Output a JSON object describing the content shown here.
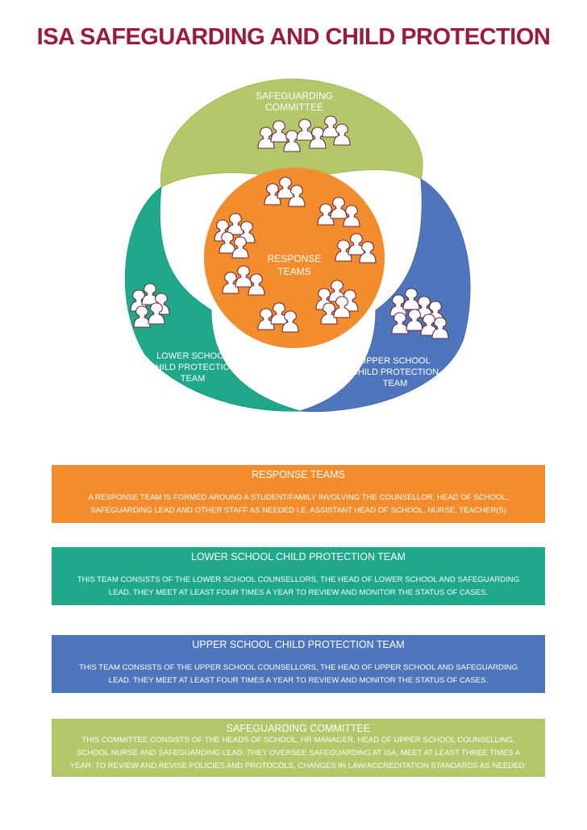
{
  "title": "ISA SAFEGUARDING AND CHILD PROTECTION",
  "colors": {
    "title": "#9b1b3c",
    "green": "#b3c86a",
    "teal": "#1fa98a",
    "blue": "#4f76bd",
    "orange": "#f28c2c",
    "figure_stroke": "#6b2a3a"
  },
  "icons": [
    "people-group-icon"
  ],
  "diagram": {
    "committee_label": [
      "SAFEGUARDING",
      "COMMITTEE"
    ],
    "response_label": [
      "RESPONSE",
      "TEAMS"
    ],
    "lower_label": [
      "LOWER SCHOOL",
      "CHILD PROTECTION",
      "TEAM"
    ],
    "upper_label": [
      "UPPER SCHOOL",
      "CHILD PROTECTION",
      "TEAM"
    ]
  },
  "boxes": {
    "response": {
      "heading": "RESPONSE TEAMS",
      "lines": [
        "A RESPONSE TEAM IS FORMED AROUND A STUDENT/FAMILY INVOLVING THE COUNSELLOR, HEAD OF SCHOOL,",
        "SAFEGUARDING LEAD AND OTHER STAFF AS NEEDED I.E. ASSISTANT HEAD OF SCHOOL, NURSE, TEACHER(S)"
      ]
    },
    "lower": {
      "heading": "LOWER SCHOOL CHILD PROTECTION TEAM",
      "lines": [
        "THIS TEAM CONSISTS OF THE LOWER SCHOOL COUNSELLORS, THE HEAD OF LOWER SCHOOL AND SAFEGUARDING",
        "LEAD. THEY MEET AT LEAST FOUR TIMES A YEAR TO REVIEW AND MONITOR THE STATUS OF CASES."
      ]
    },
    "upper": {
      "heading": "UPPER SCHOOL CHILD PROTECTION TEAM",
      "lines": [
        "THIS TEAM CONSISTS OF THE UPPER SCHOOL COUNSELLORS, THE HEAD OF UPPER SCHOOL AND SAFEGUARDING",
        "LEAD. THEY MEET AT LEAST FOUR TIMES A YEAR TO REVIEW AND MONITOR THE STATUS OF CASES."
      ]
    },
    "committee": {
      "heading": "SAFEGUARDING COMMITTEE",
      "lines": [
        "THIS COMMITTEE CONSISTS OF THE HEADS OF SCHOOL, HR MANAGER, HEAD OF UPPER SCHOOL COUNSELLING,",
        "SCHOOL NURSE AND SAFEGUARDING LEAD. THEY OVERSEE SAFEGUARDING AT ISA, MEET AT LEAST THREE TIMES A",
        "YEAR: TO REVIEW AND REVISE POLICIES AND PROTOCOLS, CHANGES IN LAW/ACCREDITATION STANDARDS AS NEEDED."
      ]
    }
  }
}
